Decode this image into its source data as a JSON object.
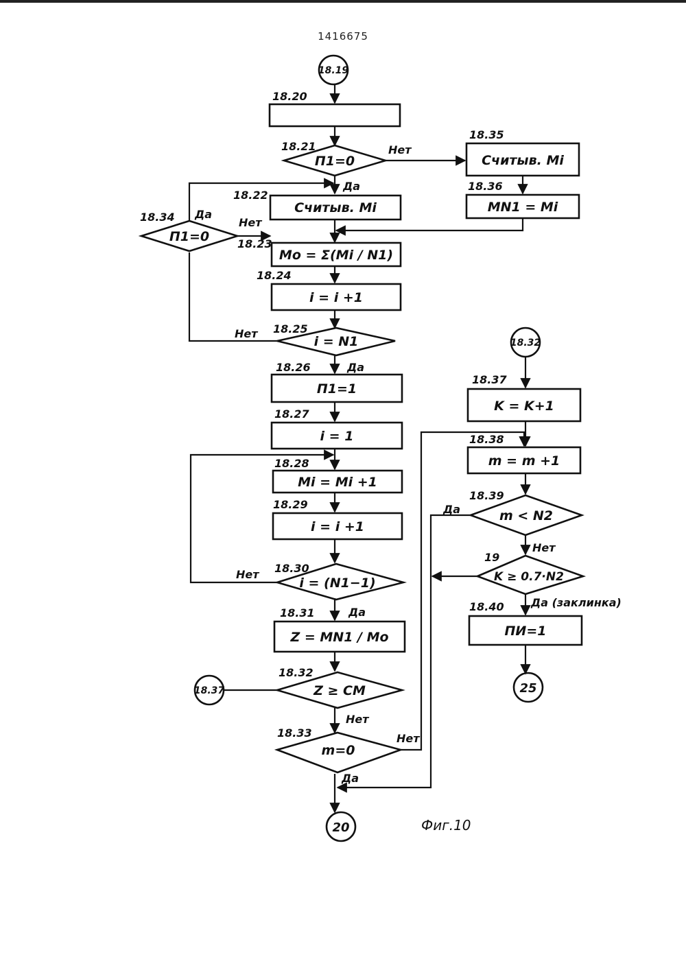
{
  "page": {
    "patent_number": "1416675"
  },
  "connectors": {
    "c1819": "18.19",
    "c1832": "18.32",
    "c1837": "18.37",
    "c20": "20",
    "c25": "25"
  },
  "blocks": {
    "b1820": {
      "num": "18.20",
      "text": ""
    },
    "b1821": {
      "num": "18.21",
      "text": "П1=0"
    },
    "b1822": {
      "num": "18.22",
      "text": "Считыв. Mi"
    },
    "b1823": {
      "num": "18.23",
      "text": "Mo = Σ(Mi / N1)"
    },
    "b1824": {
      "num": "18.24",
      "text": "i = i +1"
    },
    "b1825": {
      "num": "18.25",
      "text": "i = N1"
    },
    "b1826": {
      "num": "18.26",
      "text": "П1=1"
    },
    "b1827": {
      "num": "18.27",
      "text": "i = 1"
    },
    "b1828": {
      "num": "18.28",
      "text": "Mi = Mi +1"
    },
    "b1829": {
      "num": "18.29",
      "text": "i = i +1"
    },
    "b1830": {
      "num": "18.30",
      "text": "i = (N1−1)"
    },
    "b1831": {
      "num": "18.31",
      "text": "Z = MN1 / Mo"
    },
    "b1832": {
      "num": "18.32",
      "text": "Z ≥ CM"
    },
    "b1833": {
      "num": "18.33",
      "text": "m=0"
    },
    "b1834": {
      "num": "18.34",
      "text": "П1=0"
    },
    "b1835": {
      "num": "18.35",
      "text": "Считыв. Mi"
    },
    "b1836": {
      "num": "18.36",
      "text": "MN1 = Mi"
    },
    "b1837": {
      "num": "18.37",
      "text": "K = K+1"
    },
    "b1838": {
      "num": "18.38",
      "text": "m = m +1"
    },
    "b1839": {
      "num": "18.39",
      "text": "m < N2"
    },
    "b19": {
      "num": "19",
      "text": "K ≥ 0.7·N2"
    },
    "b1840": {
      "num": "18.40",
      "text": "ПИ=1"
    }
  },
  "labels": {
    "yes": "Да",
    "no": "Нет",
    "yes_jam": "Да (заклинка)"
  },
  "caption": "Фиг.10"
}
